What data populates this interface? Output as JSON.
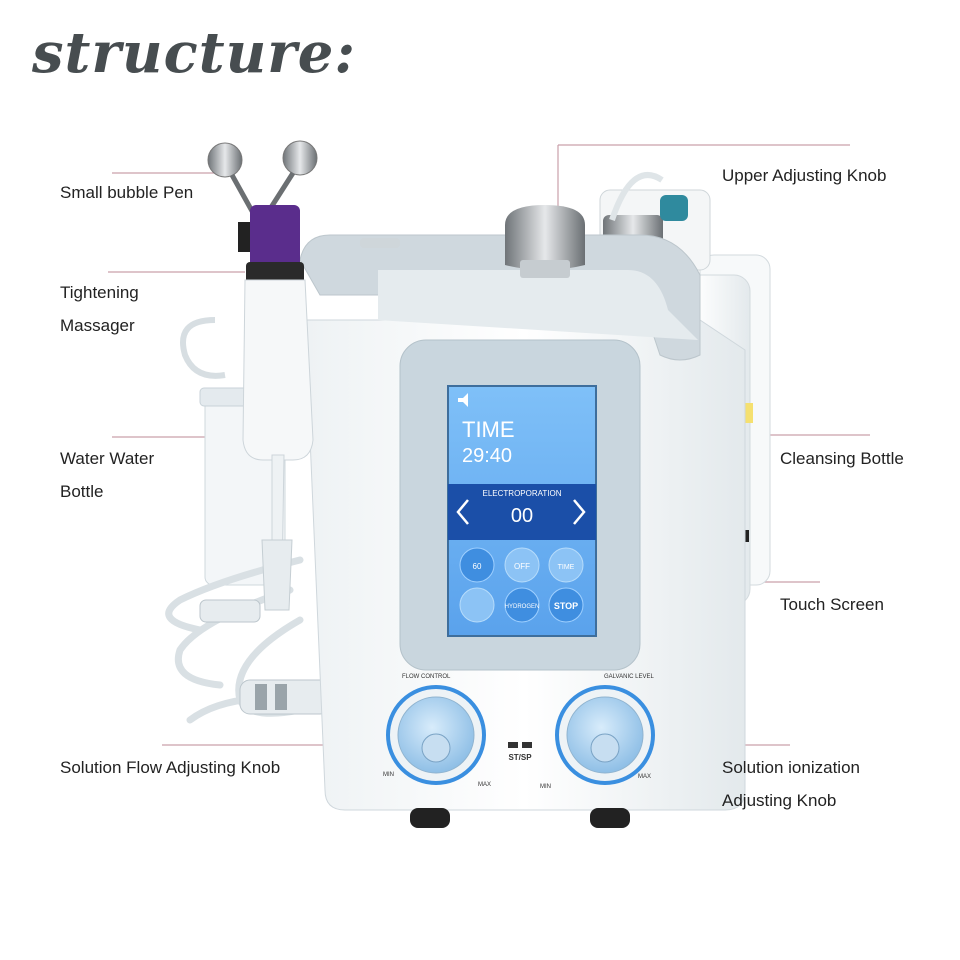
{
  "title": "structure:",
  "labels": {
    "small_bubble_pen": "Small bubble Pen",
    "upper_adjusting_knob": "Upper Adjusting Knob",
    "tightening_massager_1": "Tightening",
    "tightening_massager_2": "Massager",
    "water_bottle_1": "Water Water",
    "water_bottle_2": "Bottle",
    "cleansing_bottle": "Cleansing Bottle",
    "touch_screen": "Touch Screen",
    "solution_flow_knob": "Solution Flow Adjusting Knob",
    "ionization_knob_1": "Solution ionization",
    "ionization_knob_2": "Adjusting Knob"
  },
  "screen": {
    "time_label": "TIME",
    "time_value": "29:40",
    "mode": "ELECTROPORATION",
    "value": "00",
    "buttons": [
      "60",
      "OFF",
      "TIME",
      "HYDROGEN",
      "STOP"
    ]
  },
  "panel": {
    "flow_control": "FLOW CONTROL",
    "galvanic_level": "GALVANIC LEVEL",
    "st_sp": "ST/SP",
    "min": "MIN",
    "max": "MAX"
  },
  "colors": {
    "screen_blue": "#5aa4ee",
    "band_dark": "#1b4fa8",
    "knob_ring": "#3a8fe0",
    "leader": "#c9a0aa"
  }
}
